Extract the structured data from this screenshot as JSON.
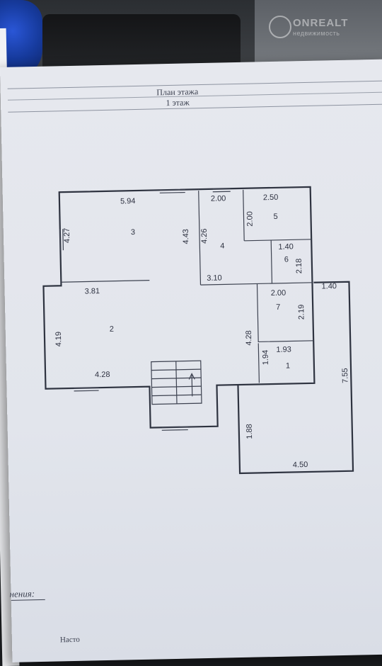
{
  "watermark": {
    "brand": "ONREALT",
    "sub": "недвижимость"
  },
  "document": {
    "title": "План этажа",
    "floor": "1 этаж",
    "footer_left": "нения:",
    "footer_bottom": "Насто"
  },
  "plan": {
    "dimensions": {
      "d_594": "5.94",
      "d_427": "4.27",
      "d_443": "4.43",
      "d_200_top": "2.00",
      "d_250": "2.50",
      "d_200_vert": "2.00",
      "d_426": "4.26",
      "d_140_a": "1.40",
      "d_218": "2.18",
      "d_310": "3.10",
      "d_381": "3.81",
      "d_140_b": "1.40",
      "d_200_r7": "2.00",
      "d_219": "2.19",
      "d_419": "4.19",
      "d_428_side": "4.28",
      "d_194": "1.94",
      "d_193": "1.93",
      "d_755": "7.55",
      "d_428_bottom": "4.28",
      "d_188": "1.88",
      "d_450": "4.50"
    },
    "rooms": {
      "r1": "1",
      "r2": "2",
      "r3": "3",
      "r4": "4",
      "r5": "5",
      "r6": "6",
      "r7": "7"
    }
  }
}
